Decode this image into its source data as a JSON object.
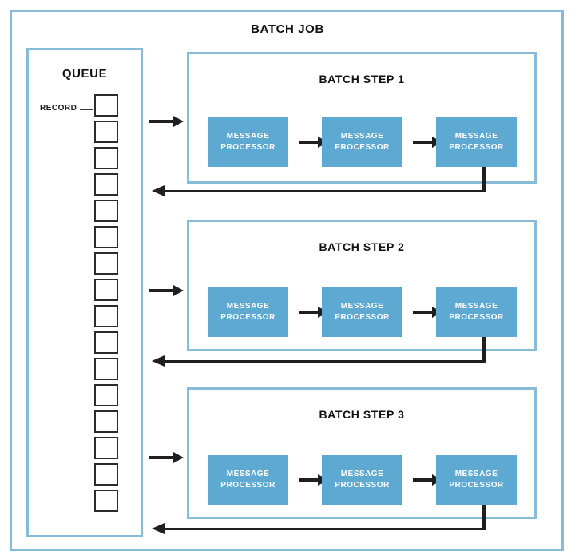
{
  "diagram": {
    "title": "BATCH JOB",
    "queue": {
      "title": "QUEUE",
      "record_label": "RECORD",
      "record_count": 16
    },
    "steps": [
      {
        "title": "BATCH STEP 1",
        "processors": [
          {
            "line1": "MESSAGE",
            "line2": "PROCESSOR"
          },
          {
            "line1": "MESSAGE",
            "line2": "PROCESSOR"
          },
          {
            "line1": "MESSAGE",
            "line2": "PROCESSOR"
          }
        ]
      },
      {
        "title": "BATCH STEP 2",
        "processors": [
          {
            "line1": "MESSAGE",
            "line2": "PROCESSOR"
          },
          {
            "line1": "MESSAGE",
            "line2": "PROCESSOR"
          },
          {
            "line1": "MESSAGE",
            "line2": "PROCESSOR"
          }
        ]
      },
      {
        "title": "BATCH STEP 3",
        "processors": [
          {
            "line1": "MESSAGE",
            "line2": "PROCESSOR"
          },
          {
            "line1": "MESSAGE",
            "line2": "PROCESSOR"
          },
          {
            "line1": "MESSAGE",
            "line2": "PROCESSOR"
          }
        ]
      }
    ],
    "colors": {
      "frame_border": "#86bcd8",
      "processor_fill": "#5ea9d2",
      "processor_text": "#ffffff",
      "arrow": "#1f1f1f",
      "record_border": "#2b2b2b",
      "background": "#ffffff",
      "label_text": "#111111"
    }
  }
}
